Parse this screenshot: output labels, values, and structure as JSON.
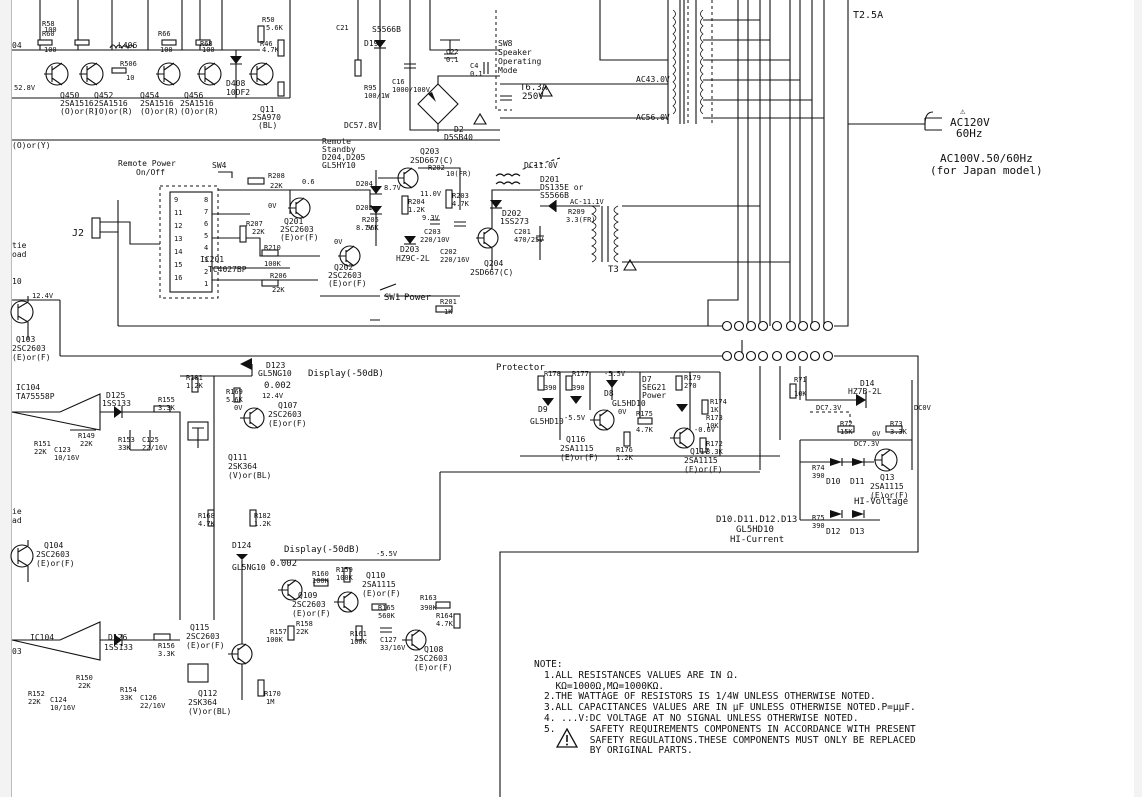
{
  "ac_input": {
    "primary": "AC120V",
    "freq": "60Hz",
    "alt_line1": "AC100V.50/60Hz",
    "alt_line2": "(for Japan model)"
  },
  "fuses": {
    "main": "T2.5A",
    "secondary_line1": "T6.3A",
    "secondary_line2": "250V"
  },
  "rails": {
    "ac43": "AC43.0V",
    "ac56": "AC56.0V",
    "dc57": "DC57.8V",
    "dc11": "DC11.0V",
    "ac11": "AC-11.1V",
    "v12_4": "12.4V",
    "v11": "11.0V",
    "v9_3": "9.3V",
    "v8_7a": "8.7V",
    "v8_7b": "8.7V",
    "v0_6": "0.6",
    "v0a": "0V",
    "v0b": "0V",
    "neg5_5a": "-5.5V",
    "neg5_5b": "-5.5V",
    "neg5_5c": "-5.5V",
    "neg0_6": "-0.6V",
    "dc7_3a": "DC7.3V",
    "dc7_3b": "DC7.3V",
    "dc0v": "DC0V"
  },
  "top_components": {
    "q450": "Q450",
    "q452": "Q452",
    "q454": "Q454",
    "q456": "Q456",
    "pair1": "2SA1516",
    "pair2": "2SA1516",
    "pair3": "2SA1516",
    "pair4": "2SA1516",
    "sel1": "(O)or(R)",
    "sel2": "(O)or(R)",
    "sel3": "(O)or(R)",
    "sel4": "(O)or(R)",
    "l406": "L406",
    "r60": "R60",
    "r60v": "100",
    "r58": "R58",
    "r58v": "100",
    "r506": "R506",
    "r506v": "10",
    "r66": "R66",
    "r66v": "100",
    "r68": "R68",
    "r68v": "100",
    "r50": "R50",
    "r50v": "5.6K",
    "r46": "R46",
    "r46v": "4.7K",
    "d408": "D408",
    "d408p": "10DF2",
    "q11": "Q11",
    "q11p": "2SA970",
    "q11s": "(BL)",
    "d19": "D19",
    "d19p": "S5566B",
    "c16": "C16",
    "c16v": "1000/100V",
    "r95": "R95",
    "r95v": "100/1W",
    "c21": "C21",
    "c22": "C22",
    "c22v": "0.1",
    "c4": "C4",
    "c4v": "0.1",
    "d2": "D2",
    "d2p": "D5SB40",
    "sw8_1": "SW8",
    "sw8_2": "Speaker",
    "sw8_3": "Operating",
    "sw8_4": "Mode",
    "or_y": "(O)or(Y)",
    "v52": "52.8V",
    "q4": "04"
  },
  "standby": {
    "remote_power_1": "Remote Power",
    "remote_power_2": "On/Off",
    "sw4": "SW4",
    "remote_1": "Remote",
    "remote_2": "Standby",
    "remote_3": "D204,D205",
    "remote_4": "GL5HY10",
    "q203": "Q203",
    "q203p": "2SD667(C)",
    "r202": "R202",
    "r202v": "10(FR)",
    "r208": "R208",
    "r208v": "22K",
    "r207": "R207",
    "r207v": "22K",
    "r210": "R210",
    "r210v": "100K",
    "r206": "R206",
    "r206v": "22K",
    "r204": "R204",
    "r204v": "1.2K",
    "r203": "R203",
    "r203v": "4.7K",
    "r205": "R205",
    "r205v": "56K",
    "r201": "R201",
    "r201v": "1K",
    "c203": "C203",
    "c203v": "220/10V",
    "c202": "C202",
    "c202v": "220/16V",
    "c201": "C201",
    "c201v": "470/25V",
    "d203": "D203",
    "d203p": "HZ9C-2L",
    "d204": "D204",
    "d205": "D205",
    "q201": "Q201",
    "q201p": "2SC2603",
    "q201s": "(E)or(F)",
    "q202": "Q202",
    "q202p": "2SC2603",
    "q202s": "(E)or(F)",
    "q204": "Q204",
    "q204p": "2SD667(C)",
    "d201": "D201",
    "d201p": "DS135E or",
    "d201p2": "S5566B",
    "d202": "D202",
    "d202p": "1SS273",
    "r209": "R209",
    "r209v": "3.3(FR)",
    "ic201": "IC201",
    "ic201p": "TC4027BP",
    "sw1": "SW1",
    "power": "Power",
    "j2": "J2",
    "t3": "T3",
    "pins_left": [
      "9",
      "11",
      "12",
      "13",
      "14",
      "15",
      "16"
    ],
    "pins_right": [
      "8",
      "7",
      "6",
      "5",
      "4",
      "3",
      "2",
      "1"
    ]
  },
  "display": {
    "d123": "D123",
    "d123p": "GL5NG10",
    "display1": "Display(-50dB)",
    "v0002a": "0.002",
    "ic104a": "IC104",
    "ic104ap": "TA75558P",
    "d125": "D125",
    "d125p": "1SS133",
    "r181": "R181",
    "r181v": "1.2K",
    "r155": "R155",
    "r155v": "3.3K",
    "r169": "R169",
    "r169v": "5.6K",
    "r153": "R153",
    "r153v": "33K",
    "c125": "C125",
    "c125v": "22/16V",
    "r149": "R149",
    "r149v": "22K",
    "r151": "R151",
    "r151v": "22K",
    "c123": "C123",
    "c123v": "10/16V",
    "q107": "Q107",
    "q107p": "2SC2603",
    "q107s": "(E)or(F)",
    "q111": "Q111",
    "q111p": "2SK364",
    "q111s": "(V)or(BL)",
    "q103": "Q103",
    "q103p": "2SC2603",
    "q103s": "(E)or(F)",
    "q104": "Q104",
    "q104p": "2SC2603",
    "q104s": "(E)or(F)",
    "d124": "D124",
    "d124p": "GL5NG10",
    "v0002b": "0.002",
    "display2": "Display(-50dB)",
    "r168": "R168",
    "r168v": "4.7K",
    "r182": "R182",
    "r182v": "1.2K",
    "ic104b": "IC104",
    "d126": "D126",
    "d126p": "1SS133",
    "r156": "R156",
    "r156v": "3.3K",
    "r150": "R150",
    "r150v": "22K",
    "r154": "R154",
    "r154v": "33K",
    "c126": "C126",
    "c126v": "22/16V",
    "r152": "R152",
    "r152v": "22K",
    "c124": "C124",
    "c124v": "10/16V",
    "q115": "Q115",
    "q115p": "2SC2603",
    "q115s": "(E)or(F)",
    "q112": "Q112",
    "q112p": "2SK364",
    "q112s": "(V)or(BL)",
    "r170": "R170",
    "r170v": "1M",
    "r157": "R157",
    "r157v": "100K",
    "q109": "Q109",
    "q109p": "2SC2603",
    "q109s": "(E)or(F)",
    "q110": "Q110",
    "q110p": "2SA1115",
    "q110s": "(E)or(F)",
    "r160": "R160",
    "r160v": "100K",
    "r159": "R159",
    "r159v": "100K",
    "r158": "R158",
    "r158v": "22K",
    "r165": "R165",
    "r165v": "560K",
    "r161": "R161",
    "r161v": "100K",
    "c127": "C127",
    "c127v": "33/16V",
    "r163": "R163",
    "r163v": "390K",
    "r164": "R164",
    "r164v": "4.7K",
    "q108": "Q108",
    "q108p": "2SC2603",
    "q108s": "(E)or(F)",
    "tie_l1": "tie",
    "tie_l2": "oad",
    "tie_l3": "10",
    "tie_l4": "ie",
    "tie_l5": "ad",
    "tie_l6": "03"
  },
  "protector": {
    "label": "Protector",
    "d9": "D9",
    "d9p": "GL5HD10",
    "d8": "D8",
    "d8p": "GL5HD10",
    "d7": "D7",
    "d7p": "SEG21",
    "d7s": "Power",
    "r178": "R178",
    "r178v": "390",
    "r177": "R177",
    "r177v": "390",
    "r179": "R179",
    "r179v": "270",
    "r174": "R174",
    "r174v": "1K",
    "r175": "R175",
    "r175v": "4.7K",
    "r176": "R176",
    "r176v": "1.2K",
    "r172": "R172",
    "r172v": "3.3K",
    "r173": "R173",
    "r173v": "10K",
    "q116": "Q116",
    "q116p": "2SA1115",
    "q116s": "(E)or(F)",
    "q117": "Q117",
    "q117p": "2SA1115",
    "q117s": "(E)or(F)",
    "v0c": "0V",
    "d14": "D14",
    "d14p": "HZ7B-2L",
    "r71": "R71",
    "r71v": "10K",
    "r72": "R72",
    "r72v": "15K",
    "r73": "R73",
    "r73v": "3.3K",
    "r74": "R74",
    "r74v": "390",
    "r75": "R75",
    "r75v": "390",
    "d10": "D10",
    "d11": "D11",
    "d12": "D12",
    "d13": "D13",
    "q13": "Q13",
    "q13p": "2SA1115",
    "q13s": "(E)or(F)",
    "hi_voltage": "HI-Voltage",
    "leds": "D10.D11.D12.D13",
    "leds_part": "GL5HD10",
    "hi_current": "HI-Current"
  },
  "notes": {
    "heading": "NOTE:",
    "n1": "1.ALL RESISTANCES VALUES ARE IN Ω.",
    "n1b": "  KΩ=1000Ω,MΩ=1000KΩ.",
    "n2": "2.THE WATTAGE OF RESISTORS IS 1/4W UNLESS OTHERWISE NOTED.",
    "n3": "3.ALL CAPACITANCES VALUES ARE IN μF UNLESS OTHERWISE NOTED.P=μμF.",
    "n4": "4. ...V:DC VOLTAGE AT NO SIGNAL UNLESS OTHERWISE NOTED.",
    "n5": "5.      SAFETY REQUIREMENTS COMPONENTS IN ACCORDANCE WITH PRESENT",
    "n5b": "        SAFETY REGULATIONS.THESE COMPONENTS MUST ONLY BE REPLACED",
    "n5c": "        BY ORIGINAL PARTS."
  }
}
